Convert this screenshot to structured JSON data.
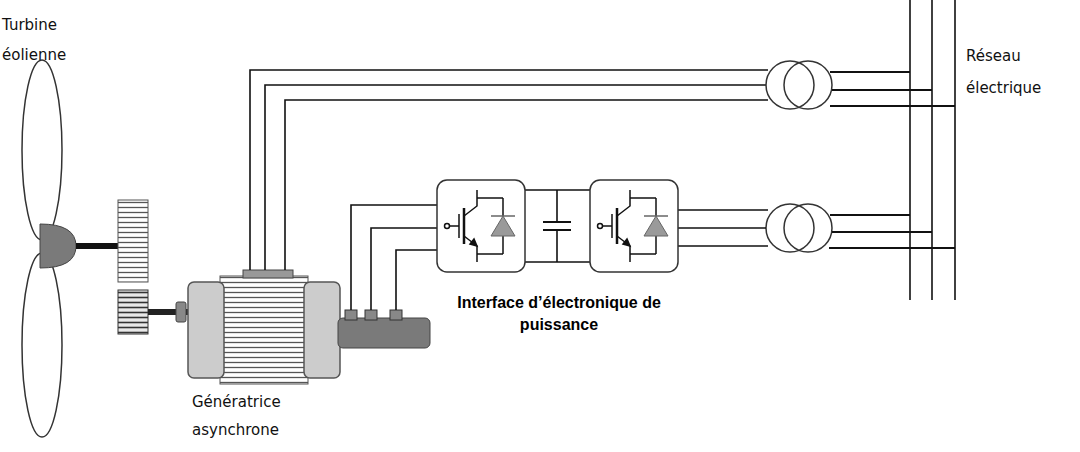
{
  "diagram": {
    "labels": [
      "Turbine éolienne",
      "Génératrice asynchrone",
      "Interface d’électronique de puissance",
      "Réseau électrique"
    ]
  }
}
